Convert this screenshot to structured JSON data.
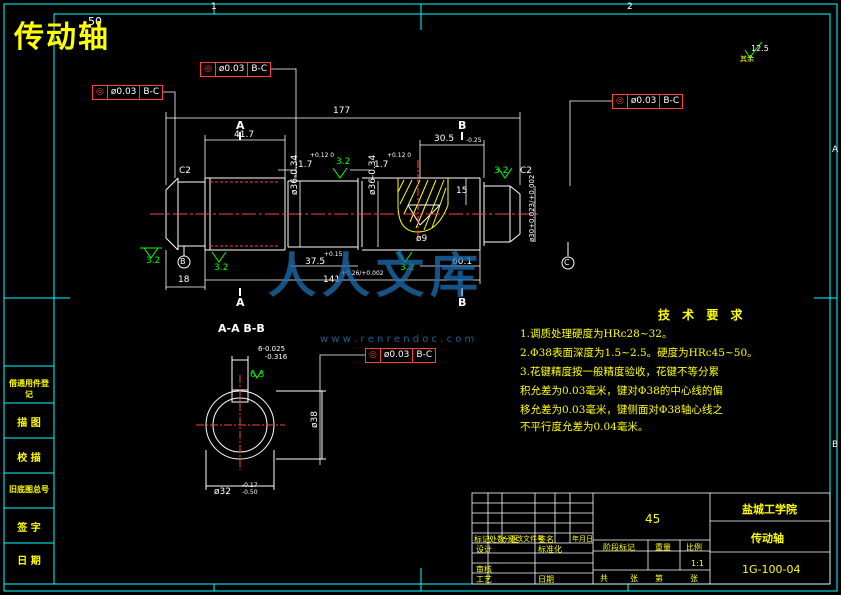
{
  "title_block": {
    "drawing_title": "传动轴",
    "top_mark": "50"
  },
  "zones": {
    "top": [
      "1",
      "2"
    ],
    "side": [
      "A",
      "B"
    ]
  },
  "dimensions": {
    "total_length": "177",
    "left_section": "41.7",
    "groove1": "1.7",
    "groove1_tol": "+0.12\n0",
    "groove2": "1.7",
    "groove2_tol": "+0.12\n0",
    "keyway_width": "30.5",
    "keyway_tol": "-0.25",
    "chamfer_left": "C2",
    "chamfer_right": "C2",
    "rough_left": "3.2",
    "rough_mid1": "3.2",
    "rough_mid2": "3.2",
    "rough_top": "3.2",
    "rough_top2": "3.2",
    "dia_left": "ø36-0.34",
    "dia_mid": "ø36-0.34",
    "dia_right": "ø30+0.023/+0.002",
    "key_depth": "15",
    "key_dia": "ø9",
    "len_37_5": "37.5",
    "len_37_5_tol": "+0.15",
    "len_141": "141",
    "len_141_tol": "+0.26/+0.002",
    "len_60_1": "60.1",
    "len_18": "18",
    "datum_b": "B",
    "datum_c": "C",
    "section_a_top": "A",
    "section_a_bot": "A",
    "section_b_top": "B",
    "section_b_bot": "B"
  },
  "tolerances": [
    {
      "sym": "◎",
      "value": "ø0.03",
      "datum": "B-C"
    },
    {
      "sym": "◎",
      "value": "ø0.03",
      "datum": "B-C"
    },
    {
      "sym": "◎",
      "value": "ø0.03",
      "datum": "B-C"
    },
    {
      "sym": "◎",
      "value": "ø0.03",
      "datum": "B-C"
    }
  ],
  "section_view": {
    "label": "A-A  B-B",
    "top_tol": "6-0.025\n   -0.316",
    "rough": "6.3",
    "dia": "ø38",
    "bottom_dim": "ø32",
    "bottom_tol": "-0.17\n-0.50"
  },
  "surface_finish": {
    "value": "12.5",
    "note": "其余"
  },
  "tech_requirements": {
    "heading": "技 术 要 求",
    "lines": [
      "1.调质处理硬度为HRc28~32。",
      "2.Φ38表面深度为1.5~2.5。硬度为HRc45~50。",
      "3.花键精度按一般精度验收，花键不等分累",
      "积允差为0.03毫米，键对Φ38的中心线的偏",
      "移允差为0.03毫米，键侧面对Φ38轴心线之",
      "不平行度允差为0.04毫米。"
    ]
  },
  "side_column": [
    "借通用件登记",
    "描 图",
    "校 描",
    "旧底图总号",
    "签 字",
    "日 期"
  ],
  "block": {
    "material": "45",
    "school": "盐城工学院",
    "part_name": "传动轴",
    "drawing_no": "1G-100-04",
    "scale": "1:1",
    "labels": {
      "design": "设计",
      "std": "标准化",
      "check": "审核",
      "process": "工艺",
      "date": "日期",
      "stage": "阶段标记",
      "weight": "重量",
      "ratio": "比例",
      "total": "共",
      "sheet": "张",
      "page": "第",
      "mark": "标记",
      "count": "处数",
      "zone": "分区",
      "file": "更改文件号",
      "sign": "签名",
      "ymd": "年月日"
    }
  },
  "watermark": {
    "text": "人人文库",
    "url": "w w w . r e n r e n d o c . c o m"
  }
}
